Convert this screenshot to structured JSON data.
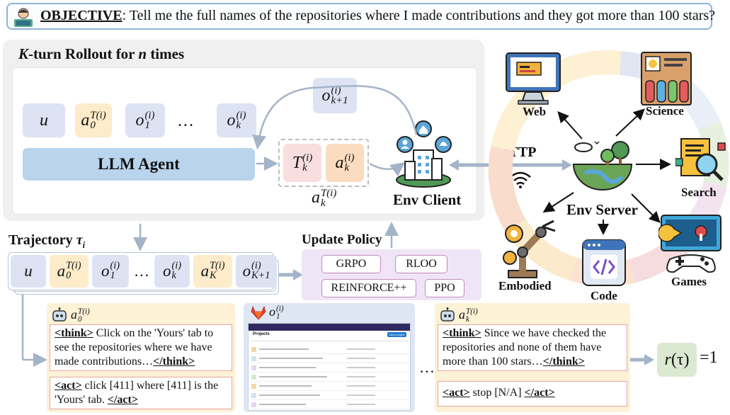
{
  "objective": {
    "label": "OBJECTIVE",
    "colon": ":",
    "text": "Tell me the full names of the repositories where I made contributions and they got more than 100 stars?"
  },
  "rollout": {
    "title_k": "K",
    "title_mid": "-turn Rollout for ",
    "title_n": "n",
    "title_end": " times",
    "u": "u",
    "a0_base": "a",
    "a0_sup": "T(i)",
    "a0_sub": "0",
    "o1_base": "o",
    "o1_sup": "(i)",
    "o1_sub": "1",
    "dots": "…",
    "ok_base": "o",
    "ok_sup": "(i)",
    "ok_sub": "k",
    "ok1_base": "o",
    "ok1_sup": "(i)",
    "ok1_sub": "k+1",
    "llm_agent": "LLM Agent",
    "tk_base": "T",
    "tk_sup": "(i)",
    "tk_sub": "k",
    "ak_base": "a",
    "ak_sup": "(i)",
    "ak_sub": "k",
    "akT_base": "a",
    "akT_sup": "T(i)",
    "akT_sub": "k",
    "env_client": "Env Client",
    "http": "HTTP"
  },
  "trajectory": {
    "title": "Trajectory ",
    "tau": "τ",
    "tau_sub": "i",
    "items": [
      {
        "base": "u",
        "sup": "",
        "sub": ""
      },
      {
        "base": "a",
        "sup": "T(i)",
        "sub": "0"
      },
      {
        "base": "o",
        "sup": "(i)",
        "sub": "1"
      },
      {
        "base": "…",
        "sup": "",
        "sub": ""
      },
      {
        "base": "o",
        "sup": "(i)",
        "sub": "k"
      },
      {
        "base": "a",
        "sup": "T(i)",
        "sub": "K"
      },
      {
        "base": "o",
        "sup": "(i)",
        "sub": "K+1"
      }
    ]
  },
  "update_policy": {
    "title": "Update Policy",
    "methods": [
      "GRPO",
      "RLOO",
      "REINFORCE++",
      "PPO"
    ]
  },
  "env_server": {
    "center": "Env Server",
    "domains": [
      "Web",
      "Science",
      "Search",
      "Games",
      "Code",
      "Embodied"
    ]
  },
  "examples": {
    "left": {
      "base": "a",
      "sup": "T(i)",
      "sub": "0",
      "think_open": "<think>",
      "think_text": " Click on the 'Yours' tab to see the repositories where we have made contributions…",
      "think_close": "</think>",
      "act_open": "<act>",
      "act_text": " click [411] where [411] is the 'Yours' tab. ",
      "act_close": "</act>"
    },
    "middle": {
      "base": "o",
      "sup": "(i)",
      "sub": "1",
      "page_title": "Projects",
      "new_project": "New project"
    },
    "ellipsis": "…",
    "right": {
      "base": "a",
      "sup": "T(i)",
      "sub": "k",
      "think_open": "<think>",
      "think_text": " Since we have checked the repositories and none of them have more than 100 stars…",
      "think_close": "</think>",
      "act_open": "<act>",
      "act_text": " stop [N/A] ",
      "act_close": "</act>"
    },
    "reward_r": "r",
    "reward_tau": "(τ)",
    "reward_eq": "=1"
  },
  "colors": {
    "panel_gray": "#f0f0f0",
    "token_blue": "#dde3f3",
    "token_orange": "#fdebc9",
    "llm_blue": "#b9d4ec",
    "think_pink": "#f8dede",
    "action_orange": "#fbdcc0",
    "policy_purple": "#efe5f6",
    "example_yellow": "#fdf1d6",
    "reward_green": "#dbe9d2",
    "arrow_gray": "#a4b4c8",
    "objective_border": "#8fb4dc"
  }
}
